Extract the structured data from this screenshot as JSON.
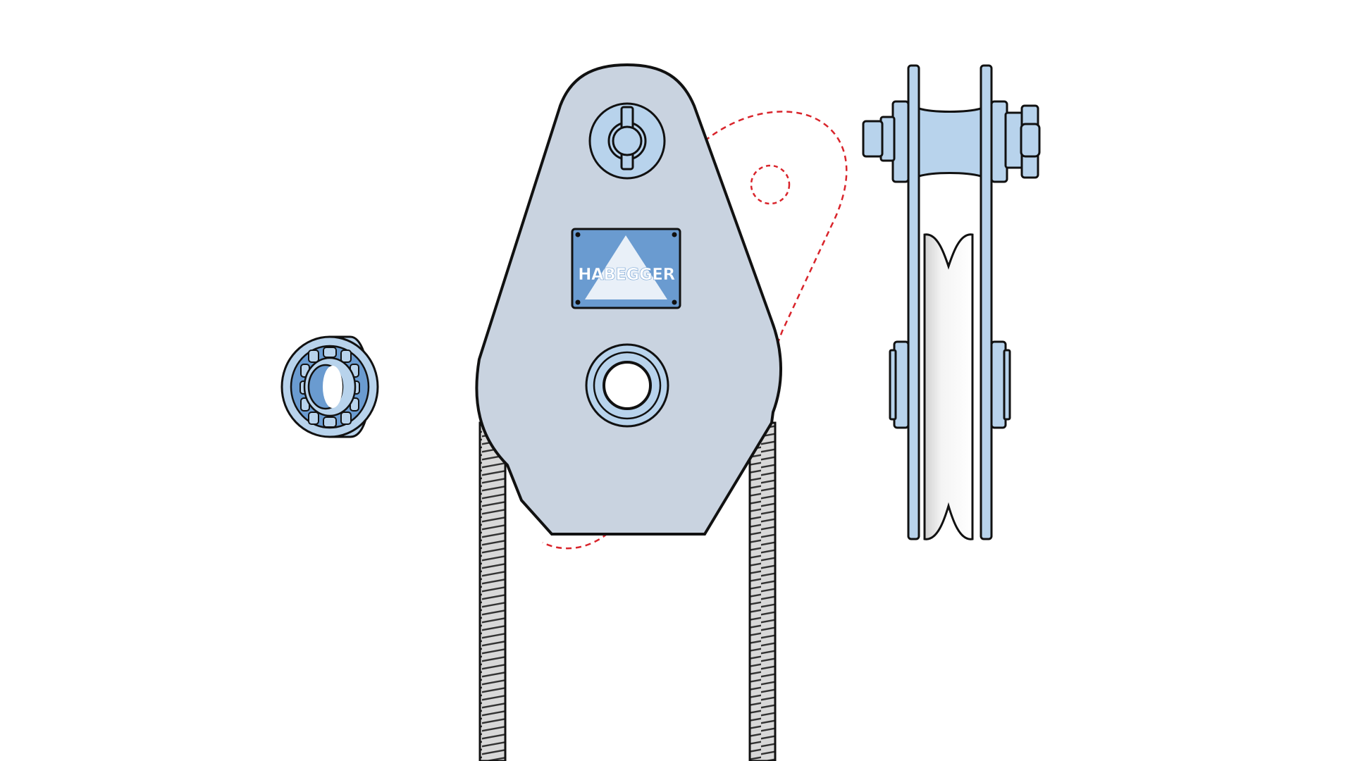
{
  "diagram": {
    "plate": {
      "brand_text": "HABEGGER",
      "fill_color": "#6a9bd0",
      "text_color": "#ffffff"
    },
    "colors": {
      "cheek_plate": "#c9d3e0",
      "steel_part": "#b8d3ec",
      "bearing_dark": "#6a9bd0",
      "rope_fill": "#d8d8d8",
      "outline": "#111111",
      "swing_outline": "#d9242b"
    },
    "components": [
      {
        "id": "ball-bearing",
        "icon": "ball-bearing-icon"
      },
      {
        "id": "snatch-block-front",
        "icon": "snatch-block-front-icon"
      },
      {
        "id": "snatch-block-side",
        "icon": "snatch-block-side-icon"
      },
      {
        "id": "wire-rope",
        "icon": "wire-rope-icon"
      }
    ]
  }
}
